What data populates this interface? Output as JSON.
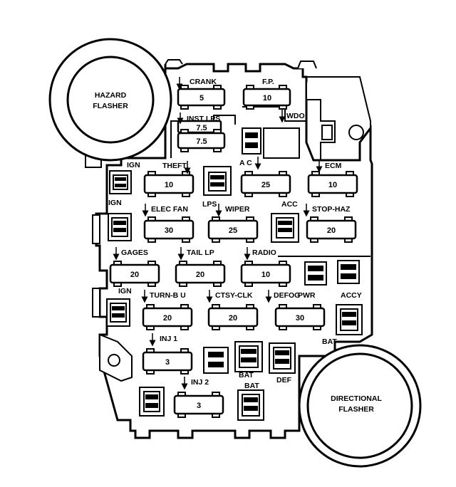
{
  "flashers": {
    "hazard": {
      "line1": "HAZARD",
      "line2": "FLASHER"
    },
    "directional": {
      "line1": "DIRECTIONAL",
      "line2": "FLASHER"
    }
  },
  "fuses": [
    {
      "id": "crank",
      "label": "CRANK",
      "amps": "5"
    },
    {
      "id": "fp",
      "label": "F.P.",
      "amps": "10"
    },
    {
      "id": "inst-lps",
      "label": "INST LPS",
      "amps": "7.5"
    },
    {
      "id": "inst-lps-2",
      "label": "",
      "amps": "7.5"
    },
    {
      "id": "theft",
      "label": "THEFT",
      "amps": "10"
    },
    {
      "id": "ac",
      "label": "A C",
      "amps": "25"
    },
    {
      "id": "ecm",
      "label": "ECM",
      "amps": "10"
    },
    {
      "id": "elec-fan",
      "label": "ELEC FAN",
      "amps": "30"
    },
    {
      "id": "wiper",
      "label": "WIPER",
      "amps": "25"
    },
    {
      "id": "stop-haz",
      "label": "STOP-HAZ",
      "amps": "20"
    },
    {
      "id": "gages",
      "label": "GAGES",
      "amps": "20"
    },
    {
      "id": "tail-lp",
      "label": "TAIL LP",
      "amps": "20"
    },
    {
      "id": "radio",
      "label": "RADIO",
      "amps": "10"
    },
    {
      "id": "turn-bu",
      "label": "TURN-B U",
      "amps": "20"
    },
    {
      "id": "ctsy-clk",
      "label": "CTSY-CLK",
      "amps": "20"
    },
    {
      "id": "defog",
      "label": "DEFOG",
      "amps": "30"
    },
    {
      "id": "inj-1",
      "label": "INJ 1",
      "amps": "3"
    },
    {
      "id": "inj-2",
      "label": "INJ 2",
      "amps": "3"
    }
  ],
  "connector_labels": {
    "wdo": "WDO",
    "ign_1": "IGN",
    "ign_2": "IGN",
    "ign_3": "IGN",
    "lps": "LPS",
    "acc": "ACC",
    "pwr": "PWR",
    "accy": "ACCY",
    "bat_right": "BAT",
    "bat_mid": "BAT",
    "bat_low": "BAT",
    "def": "DEF"
  }
}
